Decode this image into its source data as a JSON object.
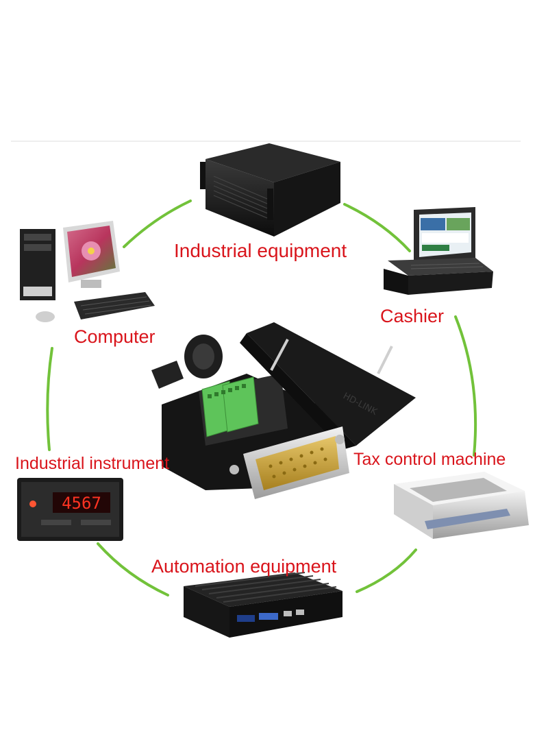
{
  "colors": {
    "label": "#d9141b",
    "ring": "#72c23a",
    "terminal_green": "#5ec45a",
    "gold_pins": "#c9a23a",
    "housing": "#1b1b1b"
  },
  "nodes": {
    "industrial_equipment": "Industrial equipment",
    "cashier": "Cashier",
    "computer": "Computer",
    "industrial_instrument": "Industrial instrument",
    "tax_control_machine": "Tax control machine",
    "automation_equipment": "Automation equipment"
  },
  "center_product": {
    "brand_mark": "HD-LINK",
    "icon": "db25-breakout-connector-icon"
  },
  "instrument_display": "4567",
  "icons": [
    "server-rack-icon",
    "laptop-terminal-icon",
    "desktop-computer-icon",
    "panel-meter-icon",
    "dot-matrix-printer-icon",
    "fanless-pc-icon"
  ]
}
